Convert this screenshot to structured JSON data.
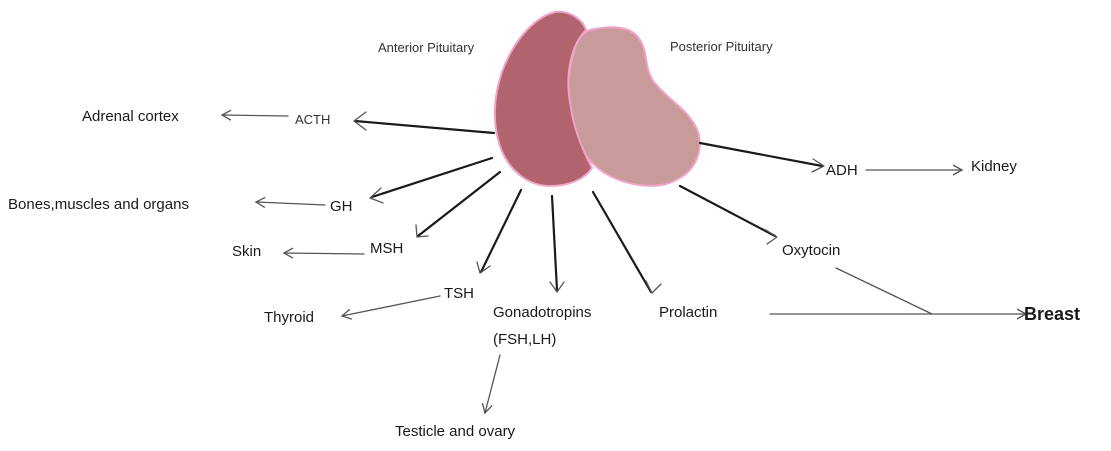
{
  "lobes": {
    "anterior_label": "Anterior Pituitary",
    "posterior_label": "Posterior Pituitary",
    "anterior_color": "#b1646e",
    "posterior_color": "#c99a9a",
    "outline_color": "#f0a5c8"
  },
  "hormones": {
    "acth": "ACTH",
    "gh": "GH",
    "msh": "MSH",
    "tsh": "TSH",
    "gonadotropins": "Gonadotropins",
    "gonadotropins_sub": "(FSH,LH)",
    "prolactin": "Prolactin",
    "adh": "ADH",
    "oxytocin": "Oxytocin"
  },
  "targets": {
    "adrenal_cortex": "Adrenal cortex",
    "bones": "Bones,muscles and organs",
    "skin": "Skin",
    "thyroid": "Thyroid",
    "testicle_ovary": "Testicle and ovary",
    "kidney": "Kidney",
    "breast": "Breast"
  }
}
